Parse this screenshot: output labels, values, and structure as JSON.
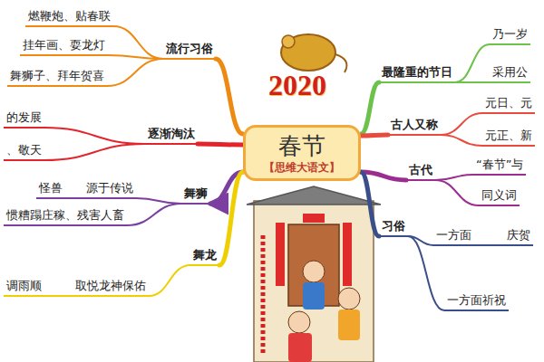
{
  "diagram": {
    "nodes": [
      {
        "text": [
          "春节",
          "【思维大语文】"
        ]
      },
      {
        "text": [
          "流行习俗"
        ]
      },
      {
        "text": [
          "燃鞭炮、贴春联"
        ]
      },
      {
        "text": [
          "挂年画、耍龙灯"
        ]
      },
      {
        "text": [
          "舞狮子、拜年贺喜"
        ]
      },
      {
        "text": [
          "逐渐淘汰"
        ]
      },
      {
        "text": [
          "的发展"
        ]
      },
      {
        "text": [
          "、敬天"
        ]
      },
      {
        "text": [
          "舞狮"
        ]
      },
      {
        "text": [
          "源于传说"
        ]
      },
      {
        "text": [
          "怪兽"
        ]
      },
      {
        "text": [
          "惯糟蹋庄稼、残害人畜"
        ]
      },
      {
        "text": [
          "舞龙"
        ]
      },
      {
        "text": [
          "取悦龙神保佑"
        ]
      },
      {
        "text": [
          "调雨顺"
        ]
      },
      {
        "text": [
          "最隆重的节日"
        ]
      },
      {
        "text": [
          "乃一岁"
        ]
      },
      {
        "text": [
          "采用公"
        ]
      },
      {
        "text": [
          "古人又称"
        ]
      },
      {
        "text": [
          "元日、元"
        ]
      },
      {
        "text": [
          "元正、新"
        ]
      },
      {
        "text": [
          "古代"
        ]
      },
      {
        "text": [
          "“春节”与"
        ]
      },
      {
        "text": [
          "同义词"
        ]
      },
      {
        "text": [
          "习俗"
        ]
      },
      {
        "text": [
          "一方面"
        ]
      },
      {
        "text": [
          "庆贺"
        ]
      },
      {
        "text": [
          "一方面祈祝"
        ]
      }
    ],
    "edges": [
      {
        "from": 0,
        "to": 1,
        "arrow": "none"
      },
      {
        "from": 1,
        "to": 2,
        "arrow": "none"
      },
      {
        "from": 1,
        "to": 3,
        "arrow": "none"
      },
      {
        "from": 1,
        "to": 4,
        "arrow": "none"
      },
      {
        "from": 0,
        "to": 5,
        "arrow": "none"
      },
      {
        "from": 5,
        "to": 6,
        "arrow": "none"
      },
      {
        "from": 5,
        "to": 7,
        "arrow": "none"
      },
      {
        "from": 0,
        "to": 8,
        "arrow": "to"
      },
      {
        "from": 8,
        "to": 9,
        "arrow": "none"
      },
      {
        "from": 9,
        "to": 10,
        "arrow": "none"
      },
      {
        "from": 8,
        "to": 11,
        "arrow": "none"
      },
      {
        "from": 0,
        "to": 12,
        "arrow": "none"
      },
      {
        "from": 12,
        "to": 13,
        "arrow": "none"
      },
      {
        "from": 13,
        "to": 14,
        "arrow": "none"
      },
      {
        "from": 0,
        "to": 15,
        "arrow": "none"
      },
      {
        "from": 15,
        "to": 16,
        "arrow": "none"
      },
      {
        "from": 15,
        "to": 17,
        "arrow": "none"
      },
      {
        "from": 0,
        "to": 18,
        "arrow": "none"
      },
      {
        "from": 18,
        "to": 19,
        "arrow": "none"
      },
      {
        "from": 18,
        "to": 20,
        "arrow": "none"
      },
      {
        "from": 0,
        "to": 21,
        "arrow": "none"
      },
      {
        "from": 21,
        "to": 22,
        "arrow": "none"
      },
      {
        "from": 21,
        "to": 23,
        "arrow": "none"
      },
      {
        "from": 0,
        "to": 24,
        "arrow": "none"
      },
      {
        "from": 24,
        "to": 25,
        "arrow": "none"
      },
      {
        "from": 25,
        "to": 26,
        "arrow": "none"
      },
      {
        "from": 24,
        "to": 27,
        "arrow": "none"
      }
    ],
    "labels": [
      "2020"
    ]
  }
}
